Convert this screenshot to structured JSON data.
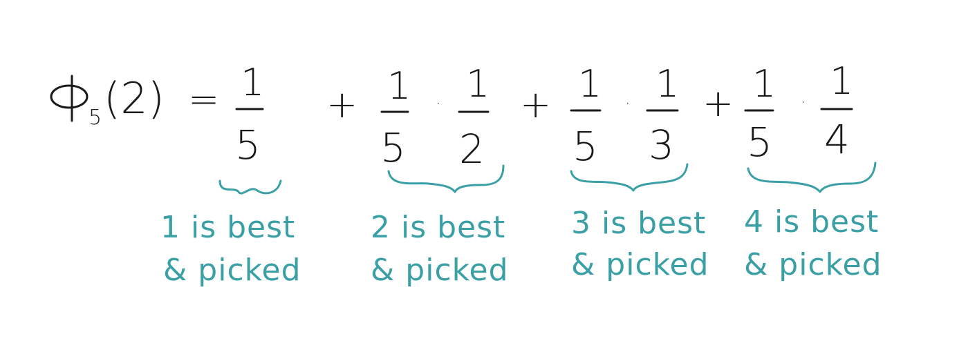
{
  "equation": {
    "function_symbol": "Φ",
    "subscript": "5",
    "argument": "(2)",
    "equals": "=",
    "plus": "+",
    "times": "·",
    "terms": [
      {
        "numerator": "1",
        "denominator": "5",
        "numerator2": "",
        "denominator2": ""
      },
      {
        "numerator": "1",
        "denominator": "5",
        "numerator2": "1",
        "denominator2": "2"
      },
      {
        "numerator": "1",
        "denominator": "5",
        "numerator2": "1",
        "denominator2": "3"
      },
      {
        "numerator": "1",
        "denominator": "5",
        "numerator2": "1",
        "denominator2": "4"
      }
    ]
  },
  "annotations": [
    {
      "line1": "1 is best",
      "line2": "& picked"
    },
    {
      "line1": "2 is best",
      "line2": "& picked"
    },
    {
      "line1": "3 is best",
      "line2": "& picked"
    },
    {
      "line1": "4 is best",
      "line2": "& picked"
    }
  ],
  "colors": {
    "ink": "#1a1a1a",
    "annotation": "#3aa0a6",
    "background": "#ffffff"
  }
}
